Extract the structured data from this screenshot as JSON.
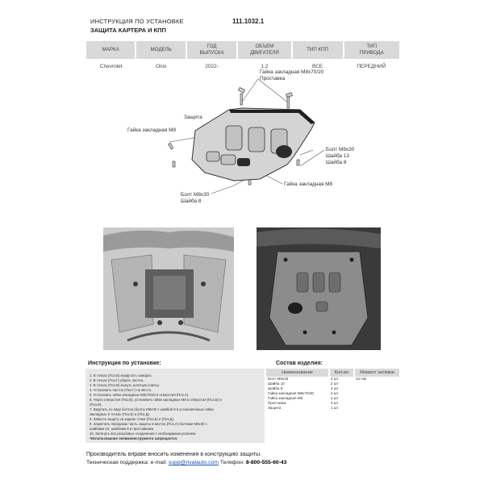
{
  "header": {
    "title_line1": "ИНСТРУКЦИЯ ПО УСТАНОВКЕ",
    "title_line2": "ЗАЩИТА КАРТЕРА И КПП",
    "code": "111.1032.1"
  },
  "spec_table": {
    "headers": [
      "МАРКА",
      "МОДЕЛЬ",
      "ГОД\nВЫПУСКА",
      "ОБЪЕМ\nДВИГАТЕЛЯ",
      "ТИП КПП",
      "ТИП\nПРИВОДА"
    ],
    "row": [
      "Chevrolet",
      "Onix",
      "2022-",
      "1.2",
      "ВСЕ",
      "ПЕРЕДНИЙ"
    ]
  },
  "diagram_labels": {
    "nut_spacer_line1": "Гайка закладная М8х70/20",
    "nut_spacer_line2": "Проставка",
    "protection": "Защита",
    "nut_m8_left": "Гайка закладная М8",
    "bolt_right_1": "Болт М8х30",
    "bolt_right_2": "Шайба 13",
    "bolt_right_3": "Шайба 8",
    "nut_m8_bottom": "Гайка закладная М8",
    "bolt_bottom_1": "Болт М8х30",
    "bolt_bottom_2": "Шайба 8"
  },
  "instructions": {
    "heading": "Инструкция по установке:",
    "steps": [
      "1. В точках (Поз.Б) выкрутить саморез.",
      "2. В точках (Поз.Г) убрать пистон.",
      "3. В точках (Поз.В) вынуть штатную клипсу.",
      "4. Установить пистон (Поз.Г) на место.",
      "5. Установить гайки закладные М8х70/20 в отверстия (Поз.А).",
      "6. Через отверстия (Поз.В), установить гайки закладные М8 в отверстия (Поз.Б) и",
      "(Поз.В).",
      "7. Вкрутить по пару болтов (болты М8х30 с шайбой 8 в установленные гайки",
      "закладные в точках (Поз.Б) и (Поз.Д).",
      "8. Завести защиту за задние точки (Поз.Б) и (Поз.Д).",
      "9. Закрепить переднюю часть защиты в местах (Поз.А) болтами М8х30 с",
      "шайбами 10, шайбами 8 и проставками.",
      "10. Затянуть все резьбовые соединения с необходимым усилием.",
      "*Использование пневмоинструмента запрещается."
    ]
  },
  "components": {
    "heading": "Состав изделия:",
    "headers": [
      "Наименование",
      "Кол-во",
      "Момент затяжки"
    ],
    "rows": [
      [
        "Болт М8х30",
        "4 шт",
        "24 Нм"
      ],
      [
        "Шайба 10",
        "2 шт",
        ""
      ],
      [
        "Шайба 8",
        "4 шт",
        ""
      ],
      [
        "Гайка закладная М8х70/20",
        "2 шт",
        ""
      ],
      [
        "Гайка закладная М8",
        "2 шт",
        ""
      ],
      [
        "Проставка",
        "2 шт",
        ""
      ],
      [
        "Защита",
        "1 шт",
        ""
      ]
    ]
  },
  "footer": {
    "line1": "Производитель вправе вносить изменения в конструкцию защиты.",
    "support_label": "Техническая поддержка:",
    "email_label": "e-mail:",
    "email": "supp@rivalauto.com",
    "phone_label": "Телефон:",
    "phone": "8-800-555-60-43"
  },
  "colors": {
    "table_header_bg": "#d9d9d9",
    "instruction_bg": "#e7e7e7",
    "link": "#1a4fb8"
  }
}
